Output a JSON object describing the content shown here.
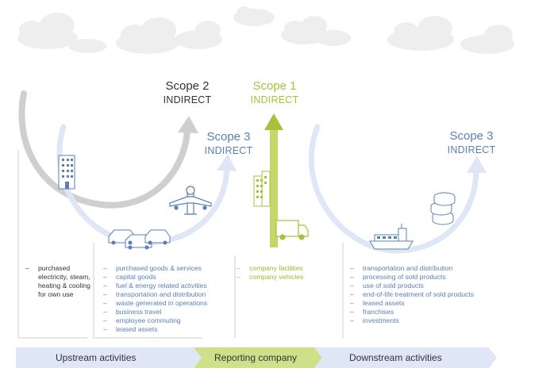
{
  "colors": {
    "blue": "#5b7fb4",
    "green": "#a6c23a",
    "gray": "#bdbdbd",
    "light_blue": "#dfe6f5",
    "dark": "#333333"
  },
  "scopes": {
    "scope2": {
      "name": "Scope 2",
      "kind": "INDIRECT"
    },
    "scope1": {
      "name": "Scope 1",
      "kind": "INDIRECT"
    },
    "scope3_upstream": {
      "name": "Scope 3",
      "kind": "INDIRECT"
    },
    "scope3_downstream": {
      "name": "Scope 3",
      "kind": "INDIRECT"
    }
  },
  "lists": {
    "scope2_items": [
      "purchased electricity, steam, heating & cooling for own use"
    ],
    "upstream_items": [
      "purchased goods & services",
      "capital goods",
      "fuel & energy related activities",
      "transportation and distribution",
      "waste generated in operations",
      "business travel",
      "employee commuting",
      "leased assets"
    ],
    "company_items": [
      "company facilities",
      "company vehicles"
    ],
    "downstream_items": [
      "transportation and distribution",
      "processing of sold products",
      "use of sold products",
      "end-of-life treatment of sold products",
      "leased assets",
      "franchises",
      "investments"
    ]
  },
  "activities": {
    "upstream": "Upstream activities",
    "reporting": "Reporting company",
    "downstream": "Downstream activities"
  },
  "icons": [
    "cloud-icon",
    "building-icon",
    "airplane-icon",
    "cars-icon",
    "truck-icon",
    "ship-icon",
    "coins-icon"
  ]
}
